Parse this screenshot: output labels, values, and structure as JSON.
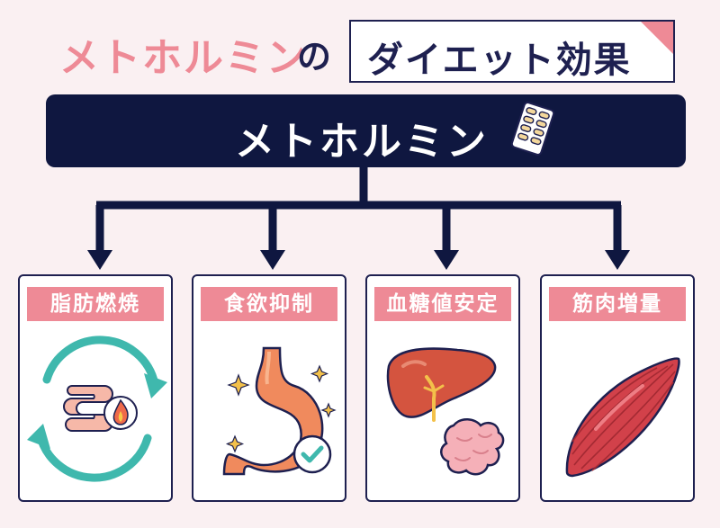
{
  "title": {
    "prefix": "メトホルミン",
    "particle": "の",
    "highlight": "ダイエット効果"
  },
  "main": {
    "label": "メトホルミン",
    "icon": "pill-pack-icon"
  },
  "effects": [
    {
      "label": "脂肪燃焼",
      "icon": "intestine-burn-cycle-icon"
    },
    {
      "label": "食欲抑制",
      "icon": "stomach-check-icon"
    },
    {
      "label": "血糖値安定",
      "icon": "liver-pancreas-icon"
    },
    {
      "label": "筋肉増量",
      "icon": "muscle-icon"
    }
  ],
  "colors": {
    "navy": "#0f1740",
    "pink": "#ee8a96",
    "background": "#faf0f2",
    "teal": "#3fb8ad"
  }
}
